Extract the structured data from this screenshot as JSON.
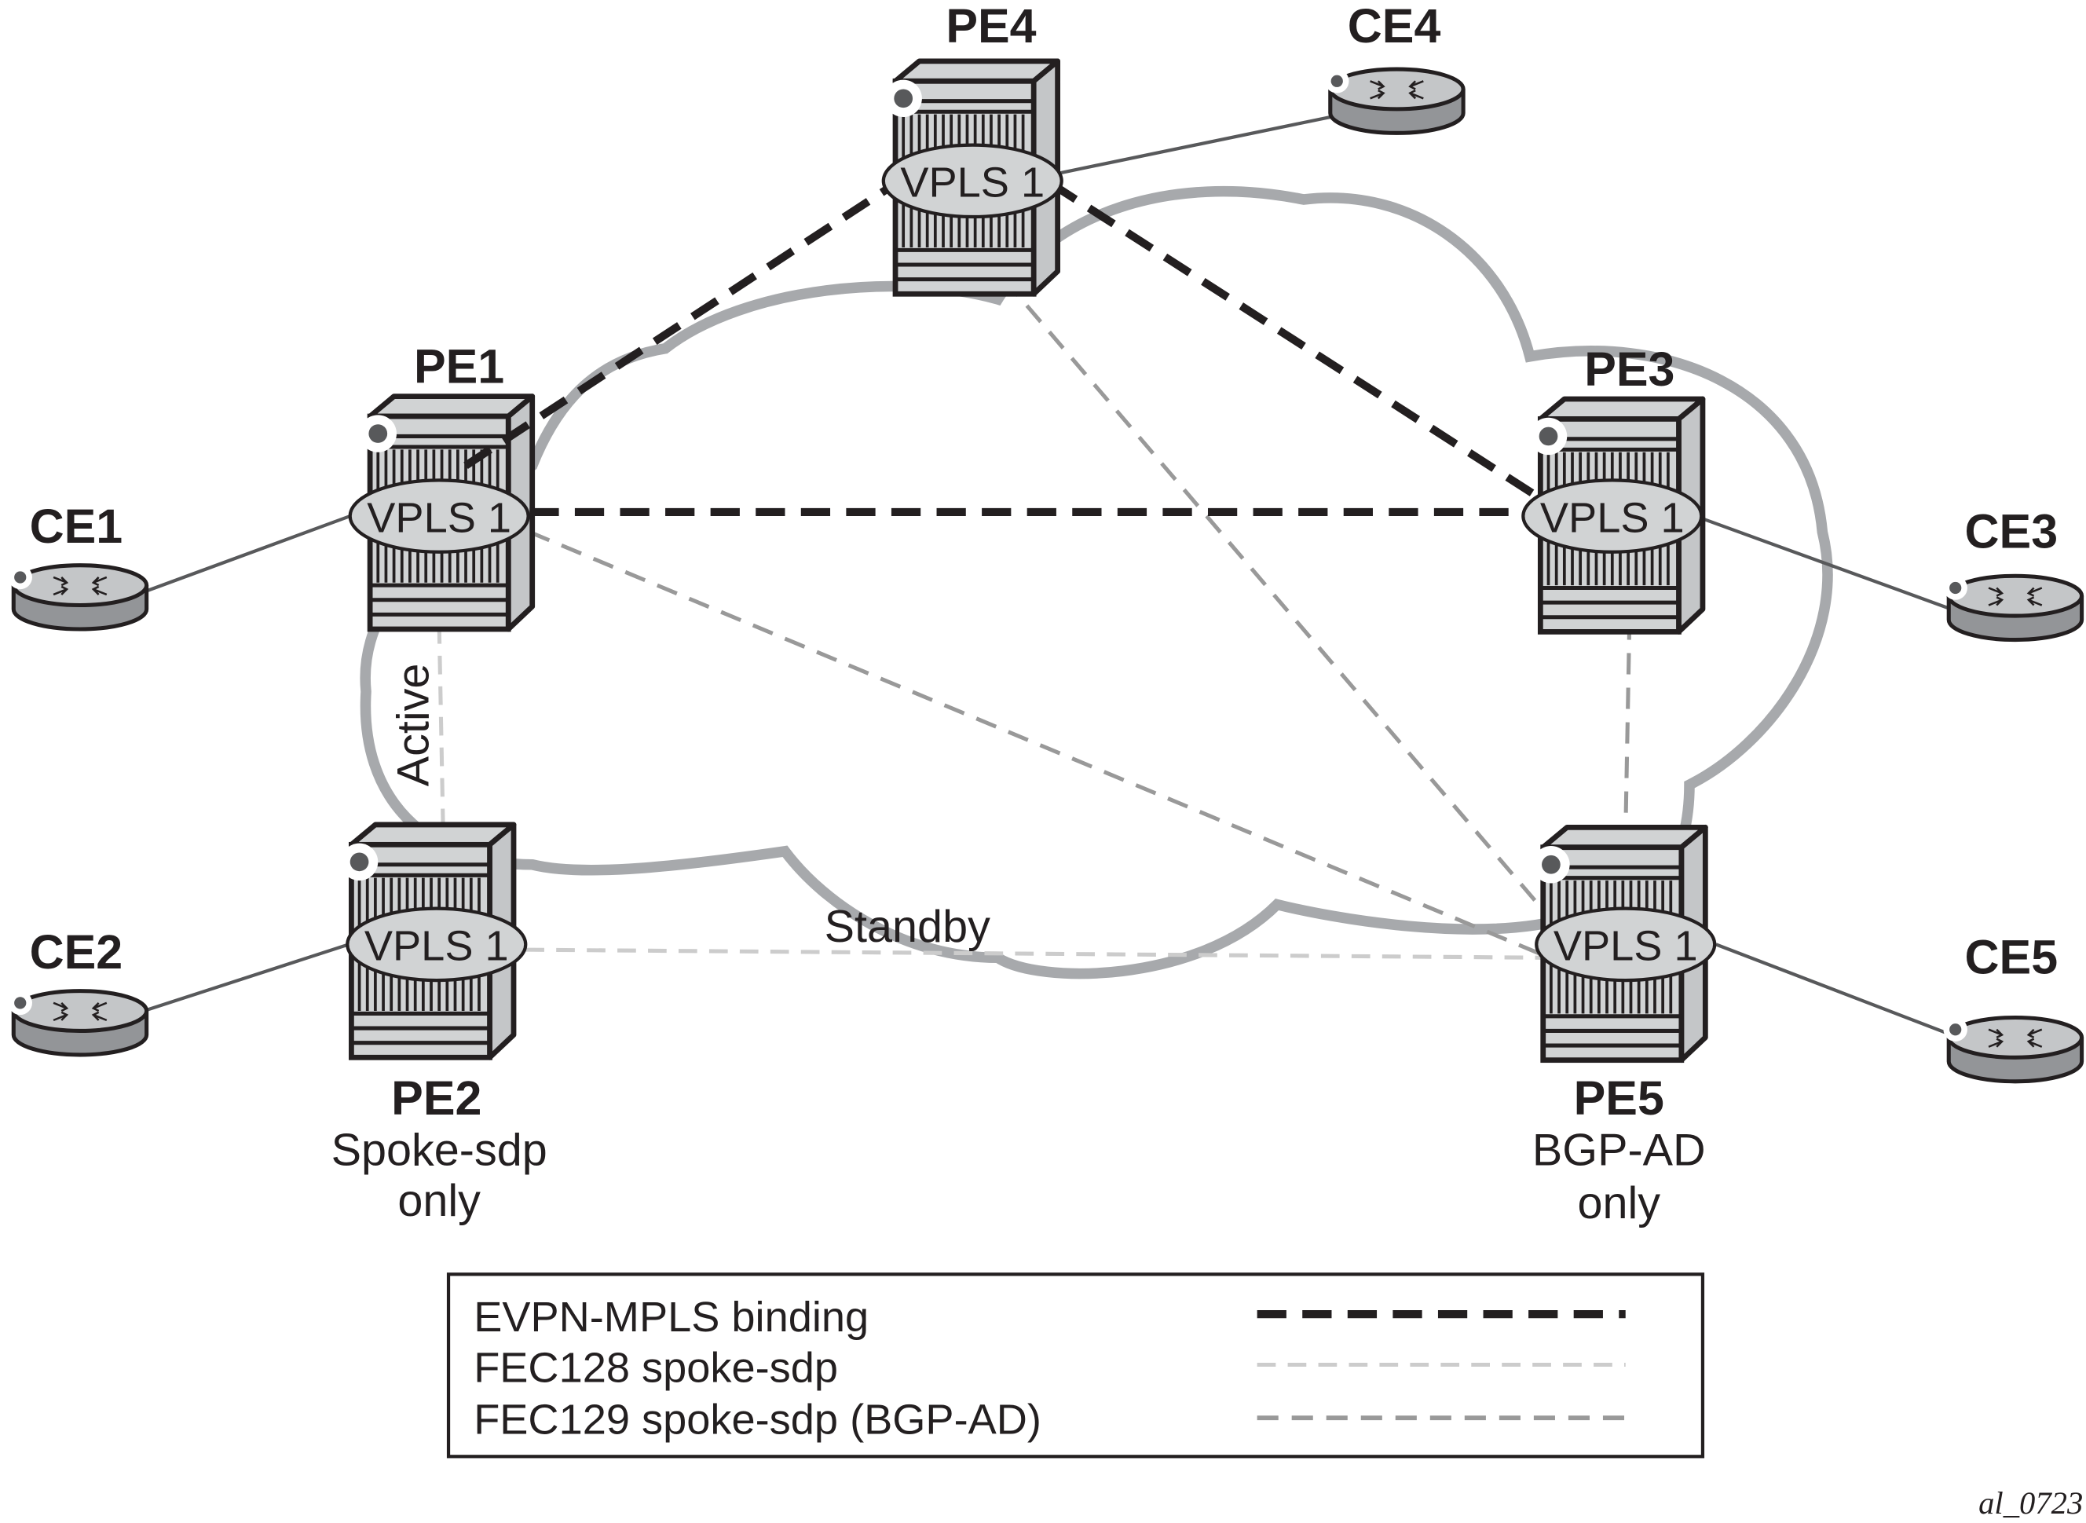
{
  "nodes": {
    "pe1": {
      "label": "PE1",
      "service": "VPLS 1"
    },
    "pe2": {
      "label": "PE2",
      "service": "VPLS 1",
      "note_line1": "Spoke-sdp",
      "note_line2": "only"
    },
    "pe3": {
      "label": "PE3",
      "service": "VPLS 1"
    },
    "pe4": {
      "label": "PE4",
      "service": "VPLS 1"
    },
    "pe5": {
      "label": "PE5",
      "service": "VPLS 1",
      "note_line1": "BGP-AD",
      "note_line2": "only"
    },
    "ce1": {
      "label": "CE1"
    },
    "ce2": {
      "label": "CE2"
    },
    "ce3": {
      "label": "CE3"
    },
    "ce4": {
      "label": "CE4"
    },
    "ce5": {
      "label": "CE5"
    }
  },
  "link_labels": {
    "active": "Active",
    "standby": "Standby"
  },
  "legend": {
    "items": [
      {
        "label": "EVPN-MPLS binding",
        "color": "#231f20",
        "style": "thick-dashed"
      },
      {
        "label": "FEC128 spoke-sdp",
        "color": "#cccccc",
        "style": "dashed"
      },
      {
        "label": "FEC129 spoke-sdp (BGP-AD)",
        "color": "#999999",
        "style": "dashed"
      }
    ]
  },
  "figure_id": "al_0723",
  "colors": {
    "cloud": "#a7a9ac",
    "device": "#d1d3d4",
    "ink": "#231f20"
  }
}
